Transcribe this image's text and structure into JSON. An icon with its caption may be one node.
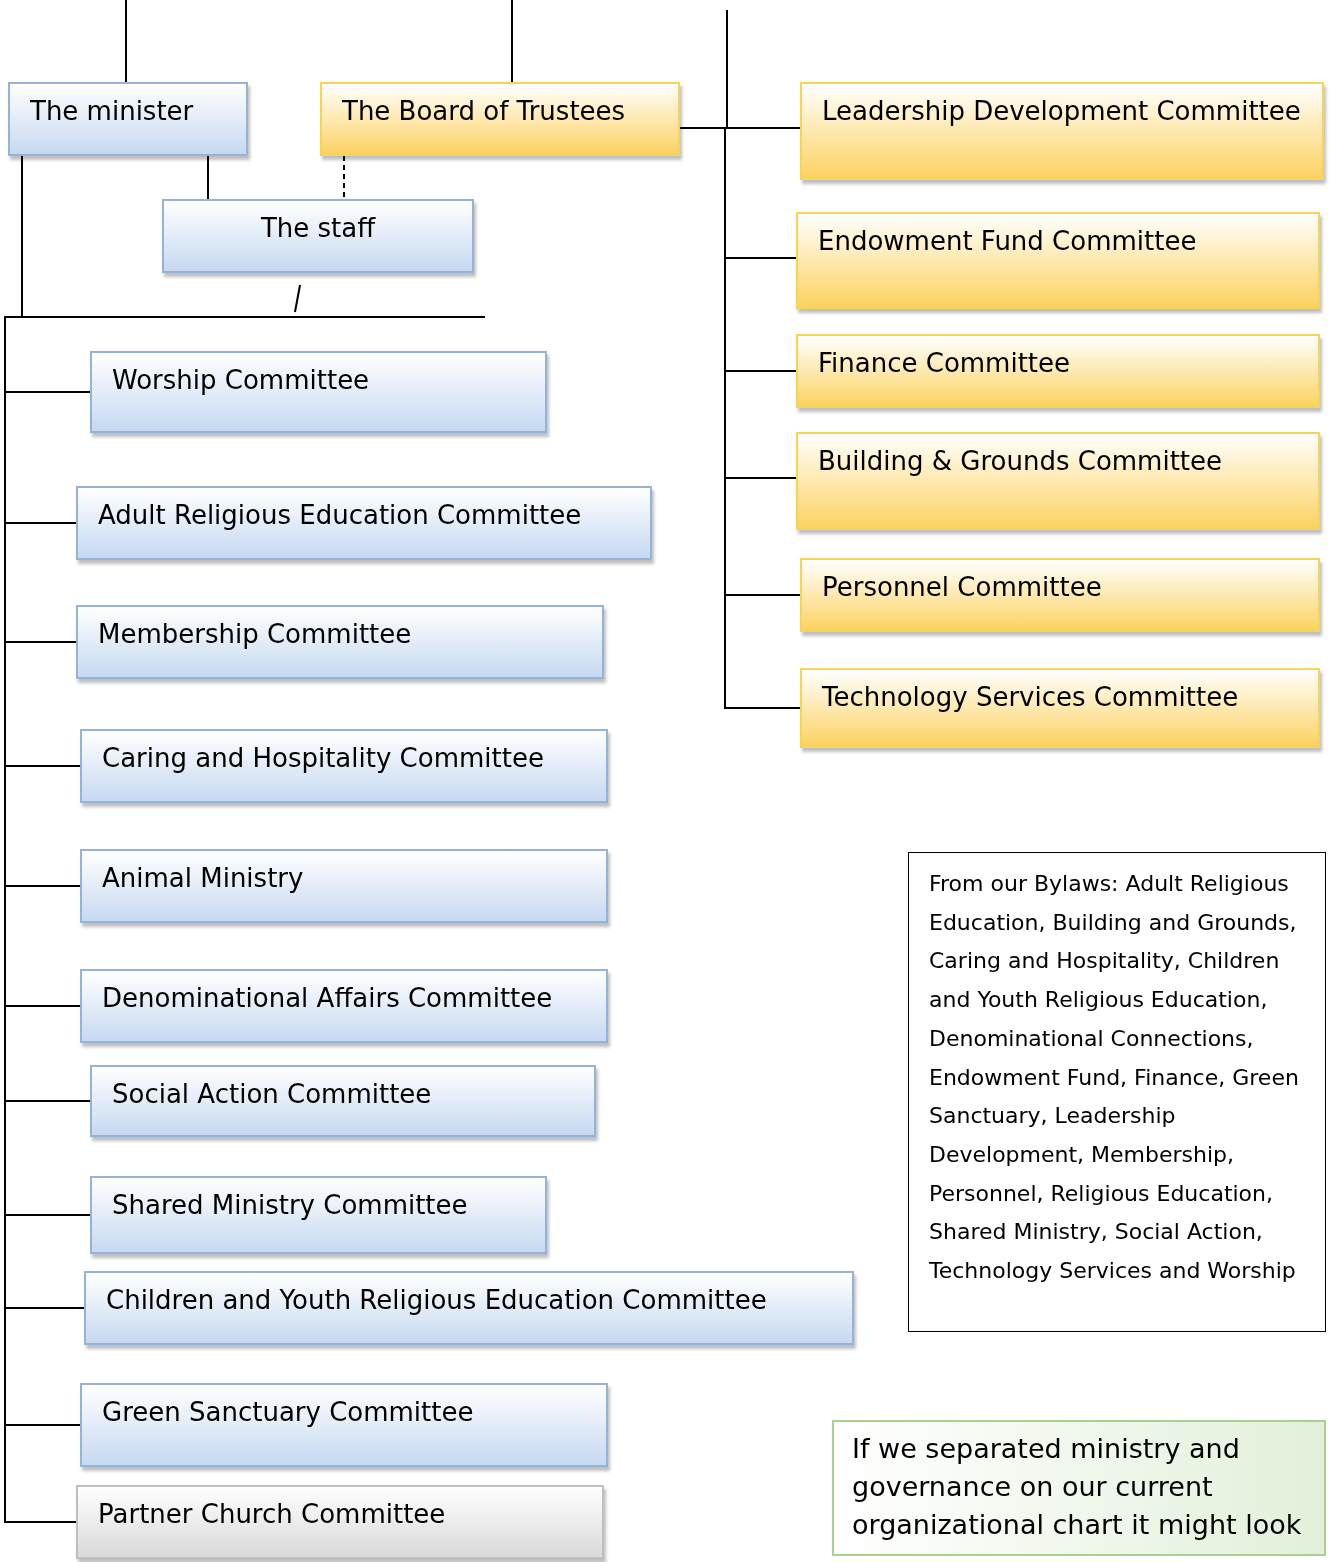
{
  "diagram": {
    "nodes": [
      {
        "text": [
          "The minister"
        ]
      },
      {
        "text": [
          "The Board of Trustees"
        ]
      },
      {
        "text": [
          "The staff"
        ]
      },
      {
        "text": [
          "Leadership Development Committee"
        ]
      },
      {
        "text": [
          "Endowment Fund Committee"
        ]
      },
      {
        "text": [
          "Finance Committee"
        ]
      },
      {
        "text": [
          "Building & Grounds Committee"
        ]
      },
      {
        "text": [
          "Personnel Committee"
        ]
      },
      {
        "text": [
          "Technology Services Committee"
        ]
      },
      {
        "text": [
          "Worship Committee"
        ]
      },
      {
        "text": [
          "Adult Religious Education Committee"
        ]
      },
      {
        "text": [
          "Membership Committee"
        ]
      },
      {
        "text": [
          "Caring and Hospitality Committee"
        ]
      },
      {
        "text": [
          "Animal Ministry"
        ]
      },
      {
        "text": [
          "Denominational Affairs Committee"
        ]
      },
      {
        "text": [
          "Social Action Committee"
        ]
      },
      {
        "text": [
          "Shared Ministry Committee"
        ]
      },
      {
        "text": [
          "Children and Youth Religious Education Committee"
        ]
      },
      {
        "text": [
          "Green Sanctuary Committee"
        ]
      },
      {
        "text": [
          "Partner Church Committee"
        ]
      },
      {
        "text": [
          "From our Bylaws: Adult Religious Education, Building and Grounds, Caring and Hospitality, Children and Youth Religious Education, Denominational Connections, Endowment Fund, Finance, Green Sanctuary, Leadership Development, Membership, Personnel, Religious Education, Shared Ministry, Social Action, Technology Services and Worship"
        ]
      },
      {
        "text": [
          "If we separated ministry and governance on our current organizational chart it might look"
        ]
      }
    ],
    "edges": [
      {
        "from": null,
        "to": 0,
        "arrow": "none"
      },
      {
        "from": null,
        "to": 1,
        "arrow": "none"
      },
      {
        "from": 1,
        "to": 3,
        "arrow": "none"
      },
      {
        "from": 0,
        "to": 2,
        "arrow": "none"
      },
      {
        "from": 1,
        "to": 2,
        "arrow": "none",
        "style": "dashed"
      },
      {
        "from": 1,
        "to": 4,
        "arrow": "none"
      },
      {
        "from": 1,
        "to": 5,
        "arrow": "none"
      },
      {
        "from": 1,
        "to": 6,
        "arrow": "none"
      },
      {
        "from": 1,
        "to": 7,
        "arrow": "none"
      },
      {
        "from": 1,
        "to": 8,
        "arrow": "none"
      },
      {
        "from": 0,
        "to": 9,
        "arrow": "none"
      },
      {
        "from": 0,
        "to": 10,
        "arrow": "none"
      },
      {
        "from": 0,
        "to": 11,
        "arrow": "none"
      },
      {
        "from": 0,
        "to": 12,
        "arrow": "none"
      },
      {
        "from": 0,
        "to": 13,
        "arrow": "none"
      },
      {
        "from": 0,
        "to": 14,
        "arrow": "none"
      },
      {
        "from": 0,
        "to": 15,
        "arrow": "none"
      },
      {
        "from": 0,
        "to": 16,
        "arrow": "none"
      },
      {
        "from": 0,
        "to": 17,
        "arrow": "none"
      },
      {
        "from": 0,
        "to": 18,
        "arrow": "none"
      },
      {
        "from": 0,
        "to": 19,
        "arrow": "none"
      }
    ]
  }
}
